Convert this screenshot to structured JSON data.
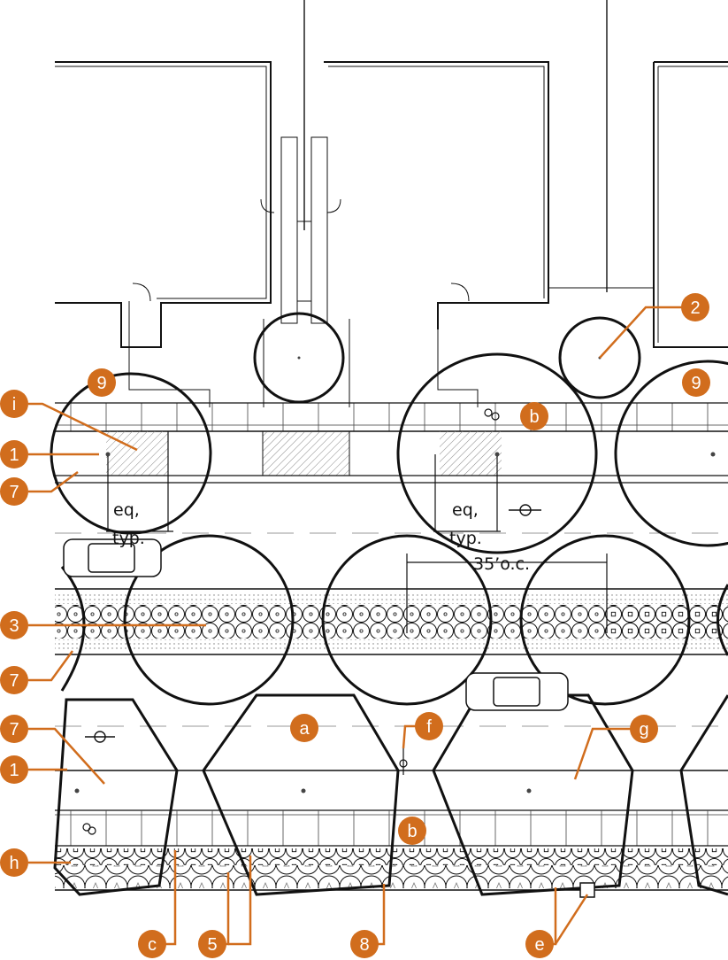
{
  "diagram": {
    "accent_color": "#d16d1d",
    "ink_color": "#111111",
    "markers": [
      {
        "label": "9"
      },
      {
        "label": "9"
      },
      {
        "label": "i"
      },
      {
        "label": "1"
      },
      {
        "label": "7"
      },
      {
        "label": "2"
      },
      {
        "label": "b"
      },
      {
        "label": "3"
      },
      {
        "label": "7"
      },
      {
        "label": "7"
      },
      {
        "label": "a"
      },
      {
        "label": "f"
      },
      {
        "label": "g"
      },
      {
        "label": "1"
      },
      {
        "label": "b"
      },
      {
        "label": "h"
      },
      {
        "label": "c"
      },
      {
        "label": "5"
      },
      {
        "label": "8"
      },
      {
        "label": "e"
      }
    ],
    "dimensions": [
      {
        "text": "eq,"
      },
      {
        "text": "typ."
      },
      {
        "text": "eq,"
      },
      {
        "text": "typ."
      },
      {
        "text": "35’o.c."
      }
    ],
    "icons": [
      "bicycle-icon",
      "bike-rack-icon",
      "car-icon",
      "parking-meter-icon"
    ]
  }
}
